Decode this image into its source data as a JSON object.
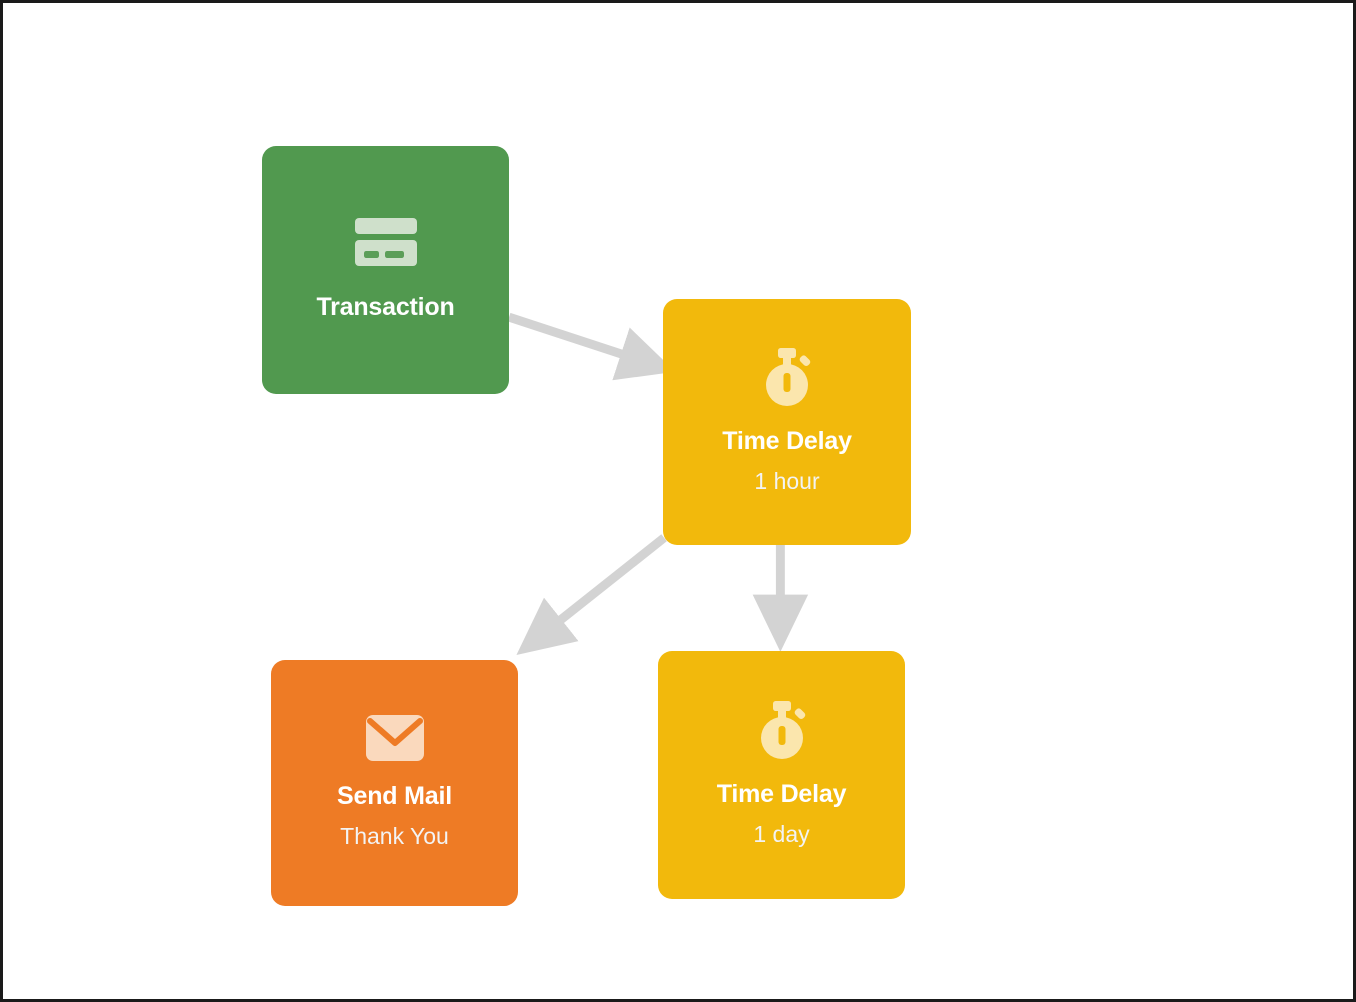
{
  "diagram": {
    "type": "workflow-flowchart",
    "background_color": "#ffffff",
    "border_color": "#1a1a1a",
    "connector_color": "#d3d3d3",
    "nodes": [
      {
        "id": "transaction",
        "title": "Transaction",
        "subtitle": "",
        "icon": "credit-card-icon",
        "color": "#51994f",
        "icon_color": "#cfe0cb"
      },
      {
        "id": "delay-1",
        "title": "Time Delay",
        "subtitle": "1 hour",
        "icon": "stopwatch-icon",
        "color": "#f2b90c",
        "icon_color": "#fbe6ad"
      },
      {
        "id": "send-mail",
        "title": "Send Mail",
        "subtitle": "Thank You",
        "icon": "envelope-icon",
        "color": "#ee7b25",
        "icon_color": "#fad9bd"
      },
      {
        "id": "delay-2",
        "title": "Time Delay",
        "subtitle": "1 day",
        "icon": "stopwatch-icon",
        "color": "#f2b90c",
        "icon_color": "#fbe6ad"
      }
    ],
    "connectors": [
      {
        "id": "transaction-to-delay-1",
        "from": "transaction",
        "to": "delay-1"
      },
      {
        "id": "delay-1-to-send-mail",
        "from": "delay-1",
        "to": "send-mail"
      },
      {
        "id": "delay-1-to-delay-2",
        "from": "delay-1",
        "to": "delay-2"
      }
    ]
  }
}
